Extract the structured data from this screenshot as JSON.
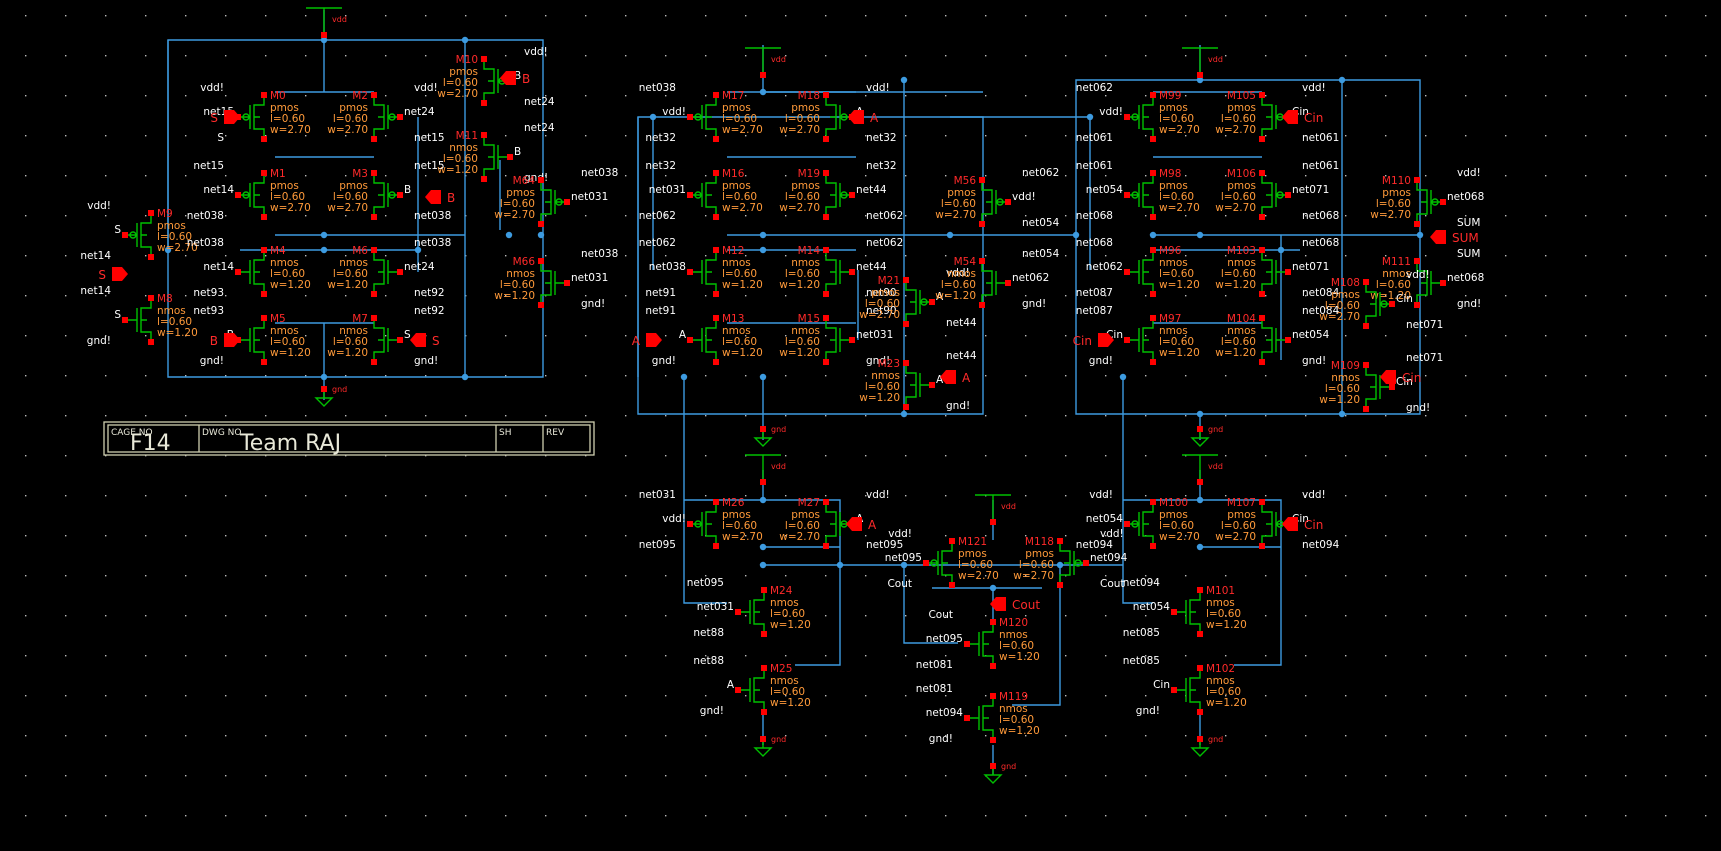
{
  "title_block": {
    "cage_label": "CAGE NO",
    "cage_value": "F14",
    "dwg_label": "DWG NO",
    "dwg_value": "Team RAJ",
    "sh_label": "SH",
    "rev_label": "REV"
  },
  "pins": [
    {
      "id": "p1",
      "label": "S"
    },
    {
      "id": "p2",
      "label": "B"
    },
    {
      "id": "p3",
      "label": "S"
    },
    {
      "id": "p4",
      "label": "B"
    },
    {
      "id": "p5",
      "label": "B"
    },
    {
      "id": "p6",
      "label": "S"
    },
    {
      "id": "p7",
      "label": "A"
    },
    {
      "id": "p8",
      "label": "A"
    },
    {
      "id": "p9",
      "label": "A"
    },
    {
      "id": "p10",
      "label": "Cin"
    },
    {
      "id": "p11",
      "label": "SUM"
    },
    {
      "id": "p12",
      "label": "Cin"
    },
    {
      "id": "p13",
      "label": "Cin"
    },
    {
      "id": "p14",
      "label": "A"
    },
    {
      "id": "p15",
      "label": "Cout"
    },
    {
      "id": "p16",
      "label": "Cin"
    }
  ],
  "supplies": [
    {
      "id": "v1",
      "label": "vdd"
    },
    {
      "id": "g1",
      "label": "gnd"
    },
    {
      "id": "v2",
      "label": "vdd"
    },
    {
      "id": "g2",
      "label": "gnd"
    },
    {
      "id": "v3",
      "label": "vdd"
    },
    {
      "id": "g3",
      "label": "gnd"
    },
    {
      "id": "v4",
      "label": "vdd"
    },
    {
      "id": "g4",
      "label": "gnd"
    },
    {
      "id": "v5",
      "label": "vdd"
    },
    {
      "id": "g5",
      "label": "gnd"
    },
    {
      "id": "v6",
      "label": "vdd"
    },
    {
      "id": "g6",
      "label": "gnd"
    }
  ],
  "devices": [
    {
      "name": "M0",
      "type": "pmos",
      "l": "l=0.60",
      "w": "w=2.70",
      "nets": [
        "vdd!",
        "net15",
        "S"
      ]
    },
    {
      "name": "M2",
      "type": "pmos",
      "l": "l=0.60",
      "w": "w=2.70",
      "nets": [
        "vdd!",
        "net24",
        "net15"
      ]
    },
    {
      "name": "M10",
      "type": "pmos",
      "l": "l=0.60",
      "w": "w=2.70",
      "nets": [
        "vdd!",
        "B",
        "net24"
      ]
    },
    {
      "name": "M11",
      "type": "nmos",
      "l": "l=0.60",
      "w": "w=1.20",
      "nets": [
        "net24",
        "B",
        "gnd!"
      ]
    },
    {
      "name": "M1",
      "type": "pmos",
      "l": "l=0.60",
      "w": "w=2.70",
      "nets": [
        "net15",
        "net14",
        "net038"
      ]
    },
    {
      "name": "M3",
      "type": "pmos",
      "l": "l=0.60",
      "w": "w=2.70",
      "nets": [
        "net15",
        "B",
        "net038"
      ]
    },
    {
      "name": "M9",
      "type": "pmos",
      "l": "l=0.60",
      "w": "w=2.70",
      "nets": [
        "vdd!",
        "S",
        "net14"
      ]
    },
    {
      "name": "M8",
      "type": "nmos",
      "l": "l=0.60",
      "w": "w=1.20",
      "nets": [
        "net14",
        "S",
        "gnd!"
      ]
    },
    {
      "name": "M4",
      "type": "nmos",
      "l": "l=0.60",
      "w": "w=1.20",
      "nets": [
        "net038",
        "net14",
        "net93"
      ]
    },
    {
      "name": "M6",
      "type": "nmos",
      "l": "l=0.60",
      "w": "w=1.20",
      "nets": [
        "net038",
        "net24",
        "net92"
      ]
    },
    {
      "name": "M5",
      "type": "nmos",
      "l": "l=0.60",
      "w": "w=1.20",
      "nets": [
        "net93",
        "B",
        "gnd!"
      ]
    },
    {
      "name": "M7",
      "type": "nmos",
      "l": "l=0.60",
      "w": "w=1.20",
      "nets": [
        "net92",
        "S",
        "gnd!"
      ]
    },
    {
      "name": "M64",
      "type": "pmos",
      "l": "l=0.60",
      "w": "w=2.70",
      "nets": [
        "net038",
        "net031"
      ]
    },
    {
      "name": "M66",
      "type": "nmos",
      "l": "l=0.60",
      "w": "w=1.20",
      "nets": [
        "net038",
        "net031",
        "gnd!"
      ]
    },
    {
      "name": "M17",
      "type": "pmos",
      "l": "l=0.60",
      "w": "w=2.70",
      "nets": [
        "net038",
        "vdd!",
        "net32"
      ]
    },
    {
      "name": "M18",
      "type": "pmos",
      "l": "l=0.60",
      "w": "w=2.70",
      "nets": [
        "vdd!",
        "A",
        "net32"
      ]
    },
    {
      "name": "M16",
      "type": "pmos",
      "l": "l=0.60",
      "w": "w=2.70",
      "nets": [
        "net32",
        "net031",
        "net062"
      ]
    },
    {
      "name": "M19",
      "type": "pmos",
      "l": "l=0.60",
      "w": "w=2.70",
      "nets": [
        "net32",
        "net44",
        "net062"
      ]
    },
    {
      "name": "M12",
      "type": "nmos",
      "l": "l=0.60",
      "w": "w=1.20",
      "nets": [
        "net062",
        "net038",
        "net91"
      ]
    },
    {
      "name": "M14",
      "type": "nmos",
      "l": "l=0.60",
      "w": "w=1.20",
      "nets": [
        "net062",
        "net44",
        "net90"
      ]
    },
    {
      "name": "M13",
      "type": "nmos",
      "l": "l=0.60",
      "w": "w=1.20",
      "nets": [
        "net91",
        "A",
        "gnd!"
      ]
    },
    {
      "name": "M15",
      "type": "nmos",
      "l": "l=0.60",
      "w": "w=1.20",
      "nets": [
        "net90",
        "net031",
        "gnd!"
      ]
    },
    {
      "name": "M21",
      "type": "pmos",
      "l": "l=0.60",
      "w": "w=2.70",
      "nets": [
        "vdd!",
        "A",
        "net44"
      ]
    },
    {
      "name": "M23",
      "type": "nmos",
      "l": "l=0.60",
      "w": "w=1.20",
      "nets": [
        "net44",
        "A",
        "gnd!"
      ]
    },
    {
      "name": "M56",
      "type": "pmos",
      "l": "l=0.60",
      "w": "w=2.70",
      "nets": [
        "net062",
        "vdd!",
        "net054"
      ]
    },
    {
      "name": "M54",
      "type": "nmos",
      "l": "l=0.60",
      "w": "w=1.20",
      "nets": [
        "net054",
        "net062",
        "gnd!"
      ]
    },
    {
      "name": "M99",
      "type": "pmos",
      "l": "l=0.60",
      "w": "w=2.70",
      "nets": [
        "net062",
        "vdd!",
        "net061"
      ]
    },
    {
      "name": "M105",
      "type": "pmos",
      "l": "l=0.60",
      "w": "w=2.70",
      "nets": [
        "vdd!",
        "Cin",
        "net061"
      ]
    },
    {
      "name": "M98",
      "type": "pmos",
      "l": "l=0.60",
      "w": "w=2.70",
      "nets": [
        "net061",
        "net054",
        "net068"
      ]
    },
    {
      "name": "M106",
      "type": "pmos",
      "l": "l=0.60",
      "w": "w=2.70",
      "nets": [
        "net061",
        "net071",
        "net068"
      ]
    },
    {
      "name": "M96",
      "type": "nmos",
      "l": "l=0.60",
      "w": "w=1.20",
      "nets": [
        "net068",
        "net062",
        "net087"
      ]
    },
    {
      "name": "M103",
      "type": "nmos",
      "l": "l=0.60",
      "w": "w=1.20",
      "nets": [
        "net068",
        "net071",
        "net084"
      ]
    },
    {
      "name": "M97",
      "type": "nmos",
      "l": "l=0.60",
      "w": "w=1.20",
      "nets": [
        "net087",
        "Cin",
        "gnd!"
      ]
    },
    {
      "name": "M104",
      "type": "nmos",
      "l": "l=0.60",
      "w": "w=1.20",
      "nets": [
        "net084",
        "net054",
        "gnd!"
      ]
    },
    {
      "name": "M110",
      "type": "pmos",
      "l": "l=0.60",
      "w": "w=2.70",
      "nets": [
        "vdd!",
        "net068",
        "SUM"
      ]
    },
    {
      "name": "M111",
      "type": "nmos",
      "l": "l=0.60",
      "w": "w=1.20",
      "nets": [
        "SUM",
        "net068",
        "gnd!"
      ]
    },
    {
      "name": "M108",
      "type": "pmos",
      "l": "l=0.60",
      "w": "w=2.70",
      "nets": [
        "vdd!",
        "Cin",
        "net071"
      ]
    },
    {
      "name": "M109",
      "type": "nmos",
      "l": "l=0.60",
      "w": "w=1.20",
      "nets": [
        "net071",
        "Cin",
        "gnd!"
      ]
    },
    {
      "name": "M26",
      "type": "pmos",
      "l": "l=0.60",
      "w": "w=2.70",
      "nets": [
        "net031",
        "vdd!",
        "net095"
      ]
    },
    {
      "name": "M27",
      "type": "pmos",
      "l": "l=0.60",
      "w": "w=2.70",
      "nets": [
        "vdd!",
        "A",
        "net095"
      ]
    },
    {
      "name": "M24",
      "type": "nmos",
      "l": "l=0.60",
      "w": "w=1.20",
      "nets": [
        "net095",
        "net031",
        "net88"
      ]
    },
    {
      "name": "M25",
      "type": "nmos",
      "l": "l=0.60",
      "w": "w=1.20",
      "nets": [
        "net88",
        "A",
        "gnd!"
      ]
    },
    {
      "name": "M121",
      "type": "pmos",
      "l": "l=0.60",
      "w": "w=2.70",
      "nets": [
        "vdd!",
        "net095",
        "Cout"
      ]
    },
    {
      "name": "M118",
      "type": "pmos",
      "l": "l=0.60",
      "w": "w=2.70",
      "nets": [
        "vdd!",
        "net094",
        "Cout"
      ]
    },
    {
      "name": "M120",
      "type": "nmos",
      "l": "l=0.60",
      "w": "w=1.20",
      "nets": [
        "Cout",
        "net095",
        "net081"
      ]
    },
    {
      "name": "M119",
      "type": "nmos",
      "l": "l=0.60",
      "w": "w=1.20",
      "nets": [
        "net081",
        "net094",
        "gnd!"
      ]
    },
    {
      "name": "M100",
      "type": "pmos",
      "l": "l=0.60",
      "w": "w=2.70",
      "nets": [
        "vdd!",
        "net054",
        "net094"
      ]
    },
    {
      "name": "M107",
      "type": "pmos",
      "l": "l=0.60",
      "w": "w=2.70",
      "nets": [
        "vdd!",
        "Cin",
        "net094"
      ]
    },
    {
      "name": "M101",
      "type": "nmos",
      "l": "l=0.60",
      "w": "w=1.20",
      "nets": [
        "net094",
        "net054",
        "net085"
      ]
    },
    {
      "name": "M102",
      "type": "nmos",
      "l": "l=0.60",
      "w": "w=1.20",
      "nets": [
        "net085",
        "Cin",
        "gnd!"
      ]
    }
  ],
  "colors": {
    "background": "#000000",
    "wire": "#3d9be0",
    "device": "#00c000",
    "instance_label": "#ff2a2a",
    "parameter": "#ff9a3a",
    "net_label": "#ffffff",
    "pin": "#ff0000"
  }
}
